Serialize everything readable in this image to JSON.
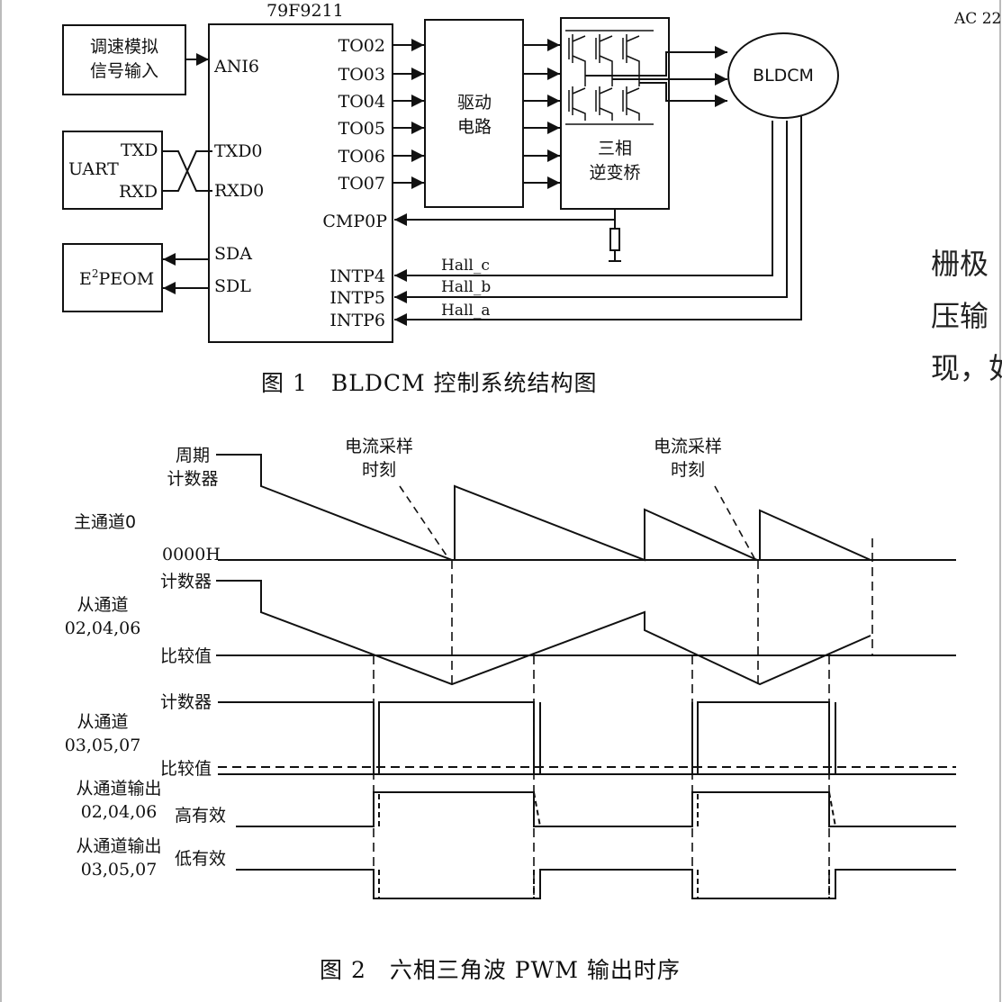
{
  "corner_label": "AC 22",
  "right_margin_text": [
    "栅极",
    "压输",
    "现，如"
  ],
  "fig1": {
    "chip_title": "79F9211",
    "speed_input_lines": [
      "调速模拟",
      "信号输入"
    ],
    "uart": {
      "name": "UART",
      "txd": "TXD",
      "rxd": "RXD"
    },
    "eeprom_base": "E",
    "eeprom_sup": "2",
    "eeprom_rest": "PEOM",
    "chip_left_pins": [
      "ANI6",
      "TXD0",
      "RXD0",
      "SDA",
      "SDL"
    ],
    "chip_right_pins": [
      "TO02",
      "TO03",
      "TO04",
      "TO05",
      "TO06",
      "TO07",
      "CMP0P",
      "INTP4",
      "INTP5",
      "INTP6"
    ],
    "driver_lines": [
      "驱动",
      "电路"
    ],
    "bridge_lines": [
      "三相",
      "逆变桥"
    ],
    "motor": "BLDCM",
    "hall_labels": [
      "Hall_c",
      "Hall_b",
      "Hall_a"
    ],
    "caption": "图 1　BLDCM 控制系统结构图"
  },
  "fig2": {
    "period_counter_lines": [
      "周期",
      "计数器"
    ],
    "sample_label_lines": [
      "电流采样",
      "时刻"
    ],
    "main_channel": "主通道0",
    "zero_level": "0000H",
    "counter": "计数器",
    "compare": "比较值",
    "slave1_lines": [
      "从通道",
      "02,04,06"
    ],
    "slave2_lines": [
      "从通道",
      "03,05,07"
    ],
    "out1_lines": [
      "从通道输出",
      "02,04,06"
    ],
    "out1_active": "高有效",
    "out2_lines": [
      "从通道输出",
      "03,05,07"
    ],
    "out2_active": "低有效",
    "caption": "图 2　六相三角波 PWM 输出时序"
  }
}
